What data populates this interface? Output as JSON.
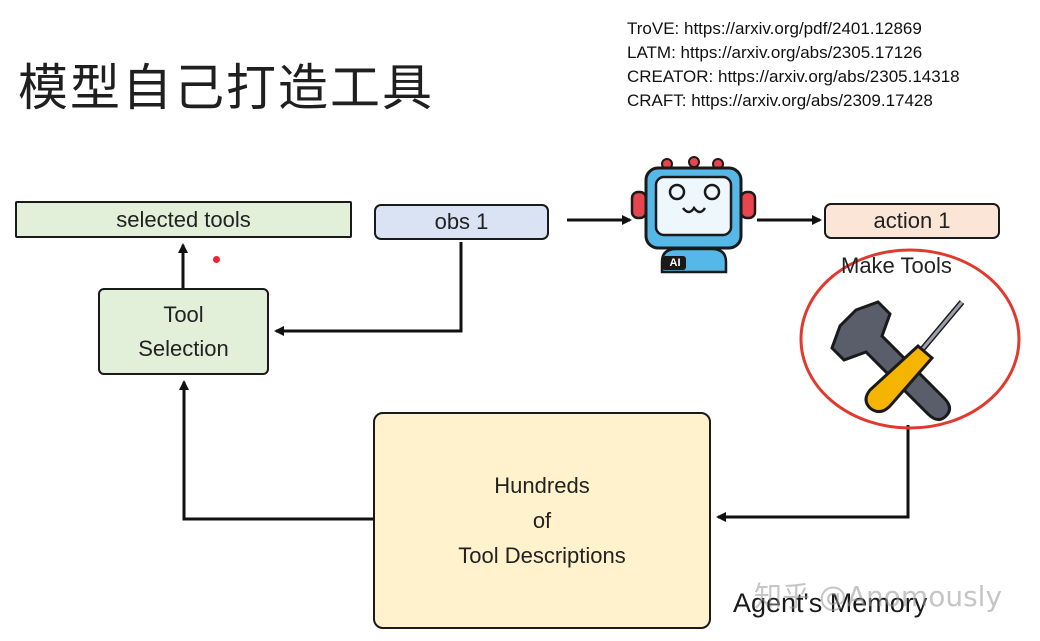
{
  "title": "模型自己打造工具",
  "references": [
    "TroVE: https://arxiv.org/pdf/2401.12869",
    "LATM: https://arxiv.org/abs/2305.17126",
    "CREATOR: https://arxiv.org/abs/2305.14318",
    "CRAFT: https://arxiv.org/abs/2309.17428"
  ],
  "nodes": {
    "selected_tools": "selected tools",
    "obs": "obs 1",
    "action": "action 1",
    "tool_selection": [
      "Tool",
      "Selection"
    ],
    "hundreds": [
      "Hundreds",
      "of",
      "Tool Descriptions"
    ],
    "make_tools": "Make Tools",
    "memory": "Agent's Memory",
    "robot_badge": "AI"
  },
  "watermark": "知乎 @Anomously",
  "colors": {
    "green_box": "#e2efd9",
    "blue_box": "#dae3f3",
    "peach_box": "#fbe5d6",
    "yellow_box": "#fff2cc",
    "circle": "#e03a2f",
    "robot_blue": "#56b8e6",
    "robot_red": "#e8454f"
  }
}
